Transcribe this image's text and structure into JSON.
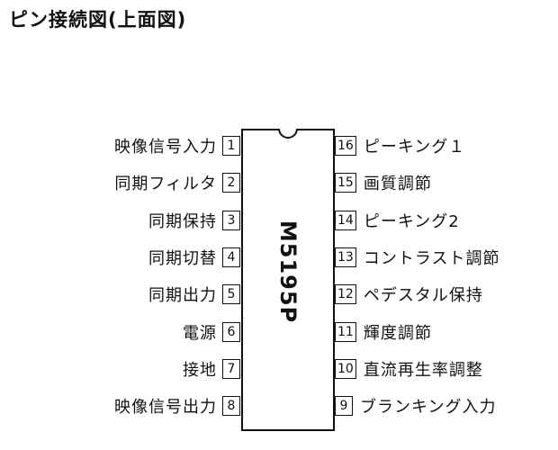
{
  "title": "ピン接続図(上面図)",
  "chip": {
    "part_number": "M5195P"
  },
  "left_pins": [
    {
      "num": "1",
      "label": "映像信号入力"
    },
    {
      "num": "2",
      "label": "同期フィルタ"
    },
    {
      "num": "3",
      "label": "同期保持"
    },
    {
      "num": "4",
      "label": "同期切替"
    },
    {
      "num": "5",
      "label": "同期出力"
    },
    {
      "num": "6",
      "label": "電源"
    },
    {
      "num": "7",
      "label": "接地"
    },
    {
      "num": "8",
      "label": "映像信号出力"
    }
  ],
  "right_pins": [
    {
      "num": "16",
      "label": "ピーキング１"
    },
    {
      "num": "15",
      "label": "画質調節"
    },
    {
      "num": "14",
      "label": "ピーキング2"
    },
    {
      "num": "13",
      "label": "コントラスト調節"
    },
    {
      "num": "12",
      "label": "ペデスタル保持"
    },
    {
      "num": "11",
      "label": "輝度調節"
    },
    {
      "num": "10",
      "label": "直流再生率調整"
    },
    {
      "num": "9",
      "label": "ブランキング入力"
    }
  ]
}
